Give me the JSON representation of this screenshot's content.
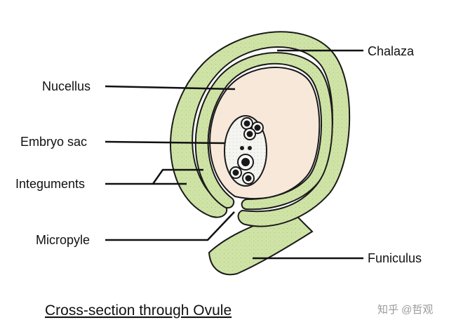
{
  "labels": {
    "chalaza": "Chalaza",
    "nucellus": "Nucellus",
    "embryo_sac": "Embryo sac",
    "integuments": "Integuments",
    "micropyle": "Micropyle",
    "funiculus": "Funiculus"
  },
  "caption": "Cross-section through Ovule",
  "watermark": "知乎 @哲观",
  "colors": {
    "integument_fill": "#cfe3a6",
    "nucellus_fill": "#f7e8da",
    "embryo_sac_fill": "#f4f4f0",
    "outline": "#1a1a1a"
  }
}
